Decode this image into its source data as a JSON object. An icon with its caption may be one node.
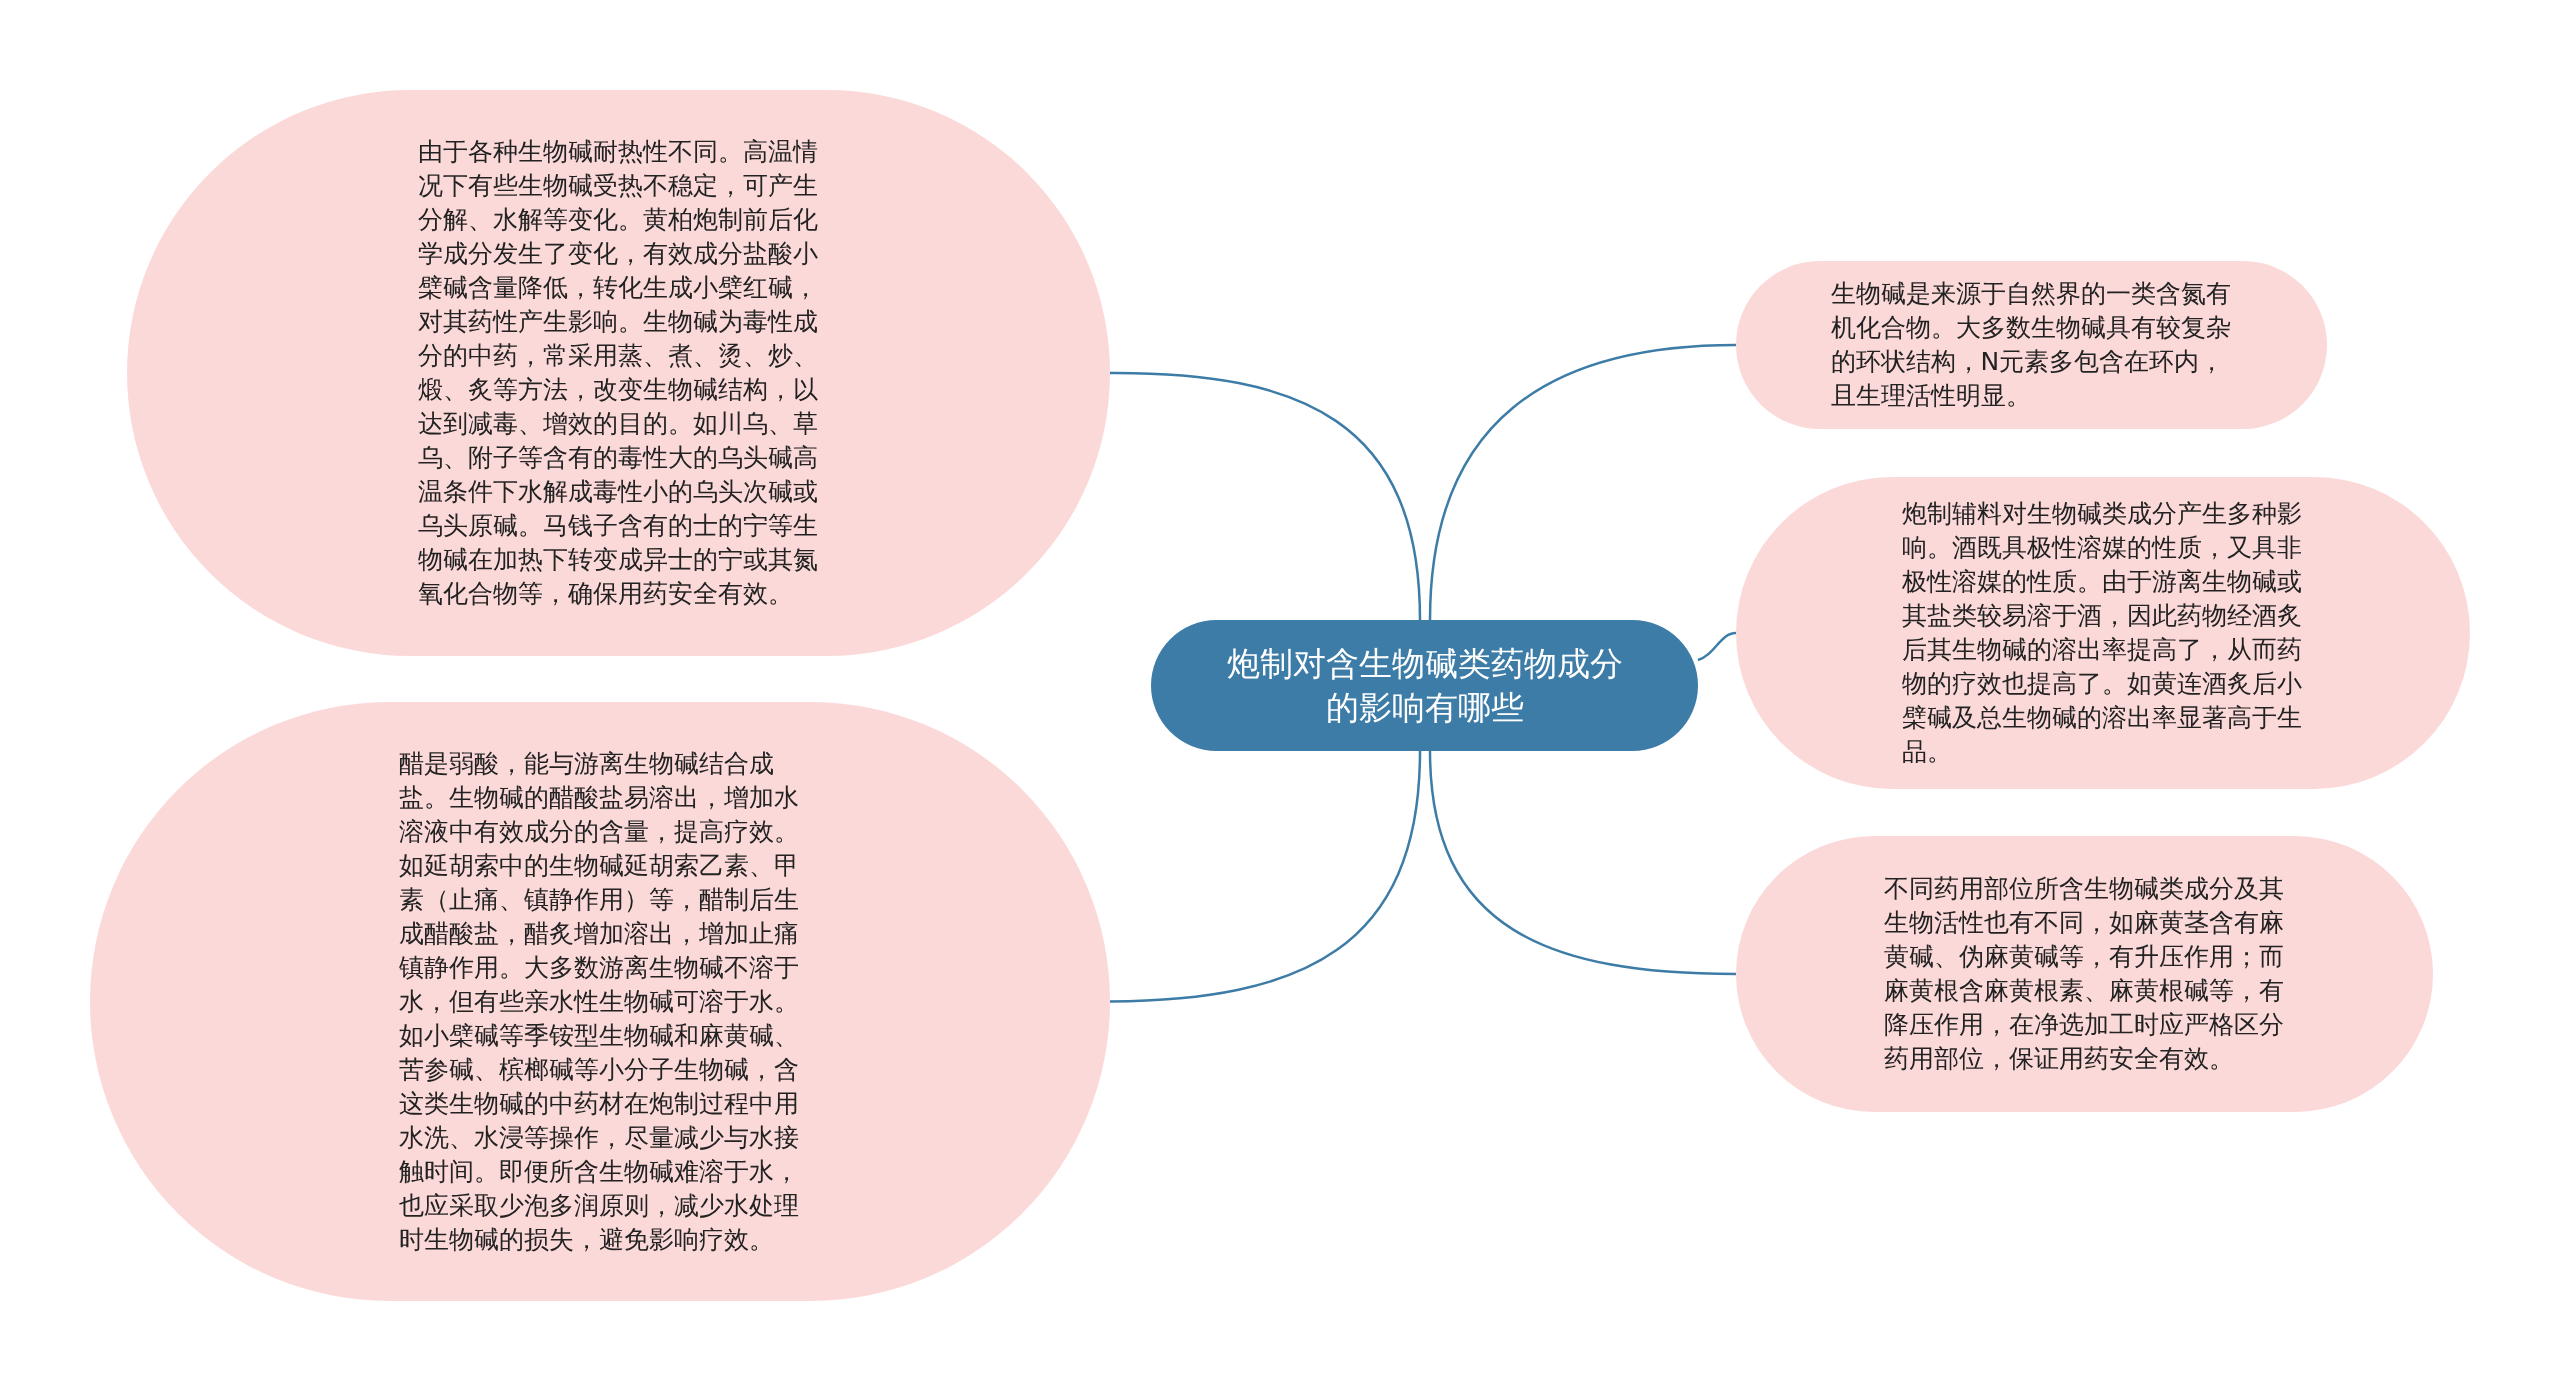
{
  "diagram": {
    "nodes": [
      {
        "text": [
          "炮制对含生物碱类药物成分的影响有哪些"
        ]
      },
      {
        "text": [
          "由于各种生物碱耐热性不同。高温情况下有些生物碱受热不稳定，可产生分解、水解等变化。黄柏炮制前后化学成分发生了变化，有效成分盐酸小檗碱含量降低，转化生成小檗红碱，对其药性产生影响。生物碱为毒性成分的中药，常采用蒸、煮、烫、炒、煅、炙等方法，改变生物碱结构，以达到减毒、增效的目的。如川乌、草乌、附子等含有的毒性大的乌头碱高温条件下水解成毒性小的乌头次碱或乌头原碱。马钱子含有的士的宁等生物碱在加热下转变成异士的宁或其氮氧化合物等，确保用药安全有效。"
        ]
      },
      {
        "text": [
          "醋是弱酸，能与游离生物碱结合成盐。生物碱的醋酸盐易溶出，增加水溶液中有效成分的含量，提高疗效。如延胡索中的生物碱延胡索乙素、甲素（止痛、镇静作用）等，醋制后生成醋酸盐，醋炙增加溶出，增加止痛镇静作用。大多数游离生物碱不溶于水，但有些亲水性生物碱可溶于水。如小檗碱等季铵型生物碱和麻黄碱、苦参碱、槟榔碱等小分子生物碱，含这类生物碱的中药材在炮制过程中用水洗、水浸等操作，尽量减少与水接触时间。即便所含生物碱难溶于水，也应采取少泡多润原则，减少水处理时生物碱的损失，避免影响疗效。"
        ]
      },
      {
        "text": [
          "生物碱是来源于自然界的一类含氮有机化合物。大多数生物碱具有较复杂的环状结构，N元素多包含在环内，且生理活性明显。"
        ]
      },
      {
        "text": [
          "炮制辅料对生物碱类成分产生多种影响。酒既具极性溶媒的性质，又具非极性溶媒的性质。由于游离生物碱或其盐类较易溶于酒，因此药物经酒炙后其生物碱的溶出率提高了，从而药物的疗效也提高了。如黄连酒炙后小檗碱及总生物碱的溶出率显著高于生品。"
        ]
      },
      {
        "text": [
          "不同药用部位所含生物碱类成分及其生物活性也有不同，如麻黄茎含有麻黄碱、伪麻黄碱等，有升压作用；而麻黄根含麻黄根素、麻黄根碱等，有降压作用，在净选加工时应严格区分药用部位，保证用药安全有效。"
        ]
      }
    ],
    "edges": [
      {
        "from": 0,
        "to": 1,
        "arrow": "none"
      },
      {
        "from": 0,
        "to": 2,
        "arrow": "none"
      },
      {
        "from": 0,
        "to": 3,
        "arrow": "none"
      },
      {
        "from": 0,
        "to": 4,
        "arrow": "none"
      },
      {
        "from": 0,
        "to": 5,
        "arrow": "none"
      }
    ]
  }
}
